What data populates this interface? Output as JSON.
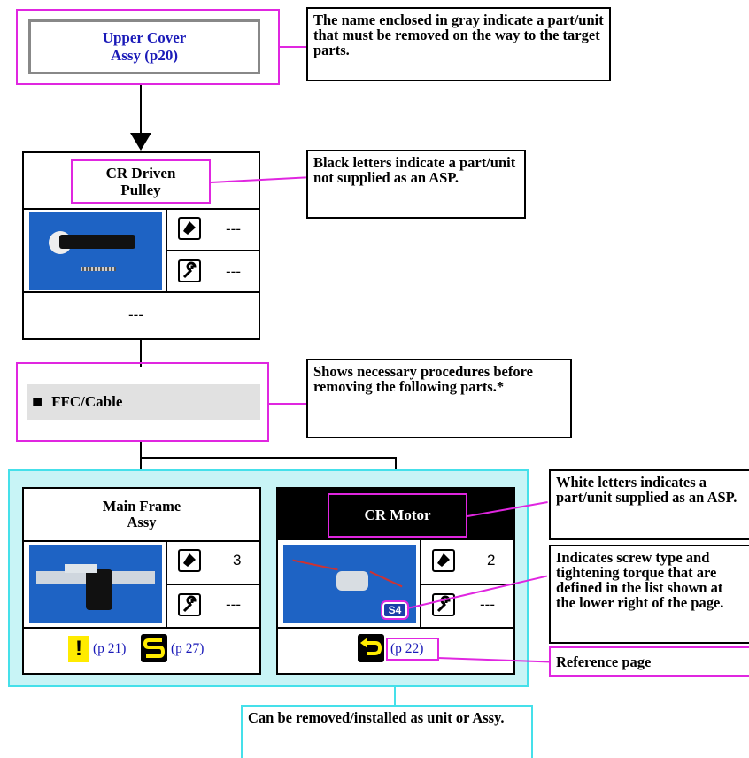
{
  "top_box": {
    "title_line1": "Upper Cover",
    "title_line2": "Assy (p20)"
  },
  "callouts": {
    "gray_name": "The name enclosed in gray indicate a part/unit that must be removed on the way to the target parts.",
    "black_letters": "Black letters indicate a part/unit not supplied as an ASP.",
    "procedures": "Shows necessary procedures before removing the following parts.*",
    "white_letters": "White letters indicates a part/unit supplied as an ASP.",
    "screw_type": "Indicates screw type and tightening torque that are defined in the list shown at the lower right of the page.",
    "reference_page": "Reference page",
    "removable_unit": "Can be removed/installed as unit or Assy."
  },
  "cr_driven_pulley": {
    "title_line1": "CR Driven",
    "title_line2": "Pulley",
    "screw_count": "---",
    "torque": "---",
    "footer": "---"
  },
  "procedure_bar": {
    "bullet": "■",
    "label": "FFC/Cable"
  },
  "main_frame": {
    "title_line1": "Main Frame",
    "title_line2": "Assy",
    "screw_count": "3",
    "torque": "---",
    "ref1": "(p 21)",
    "ref2": "(p 27)"
  },
  "cr_motor": {
    "title": "CR Motor",
    "screw_count": "2",
    "torque": "---",
    "screw_badge": "S4",
    "ref": "(p 22)"
  },
  "colors": {
    "magenta": "#e026e0",
    "cyan": "#45e0ea",
    "cyan_fill": "#c8f4f6",
    "ref_blue": "#1a1ab8",
    "warn_yellow": "#ffeb00"
  }
}
